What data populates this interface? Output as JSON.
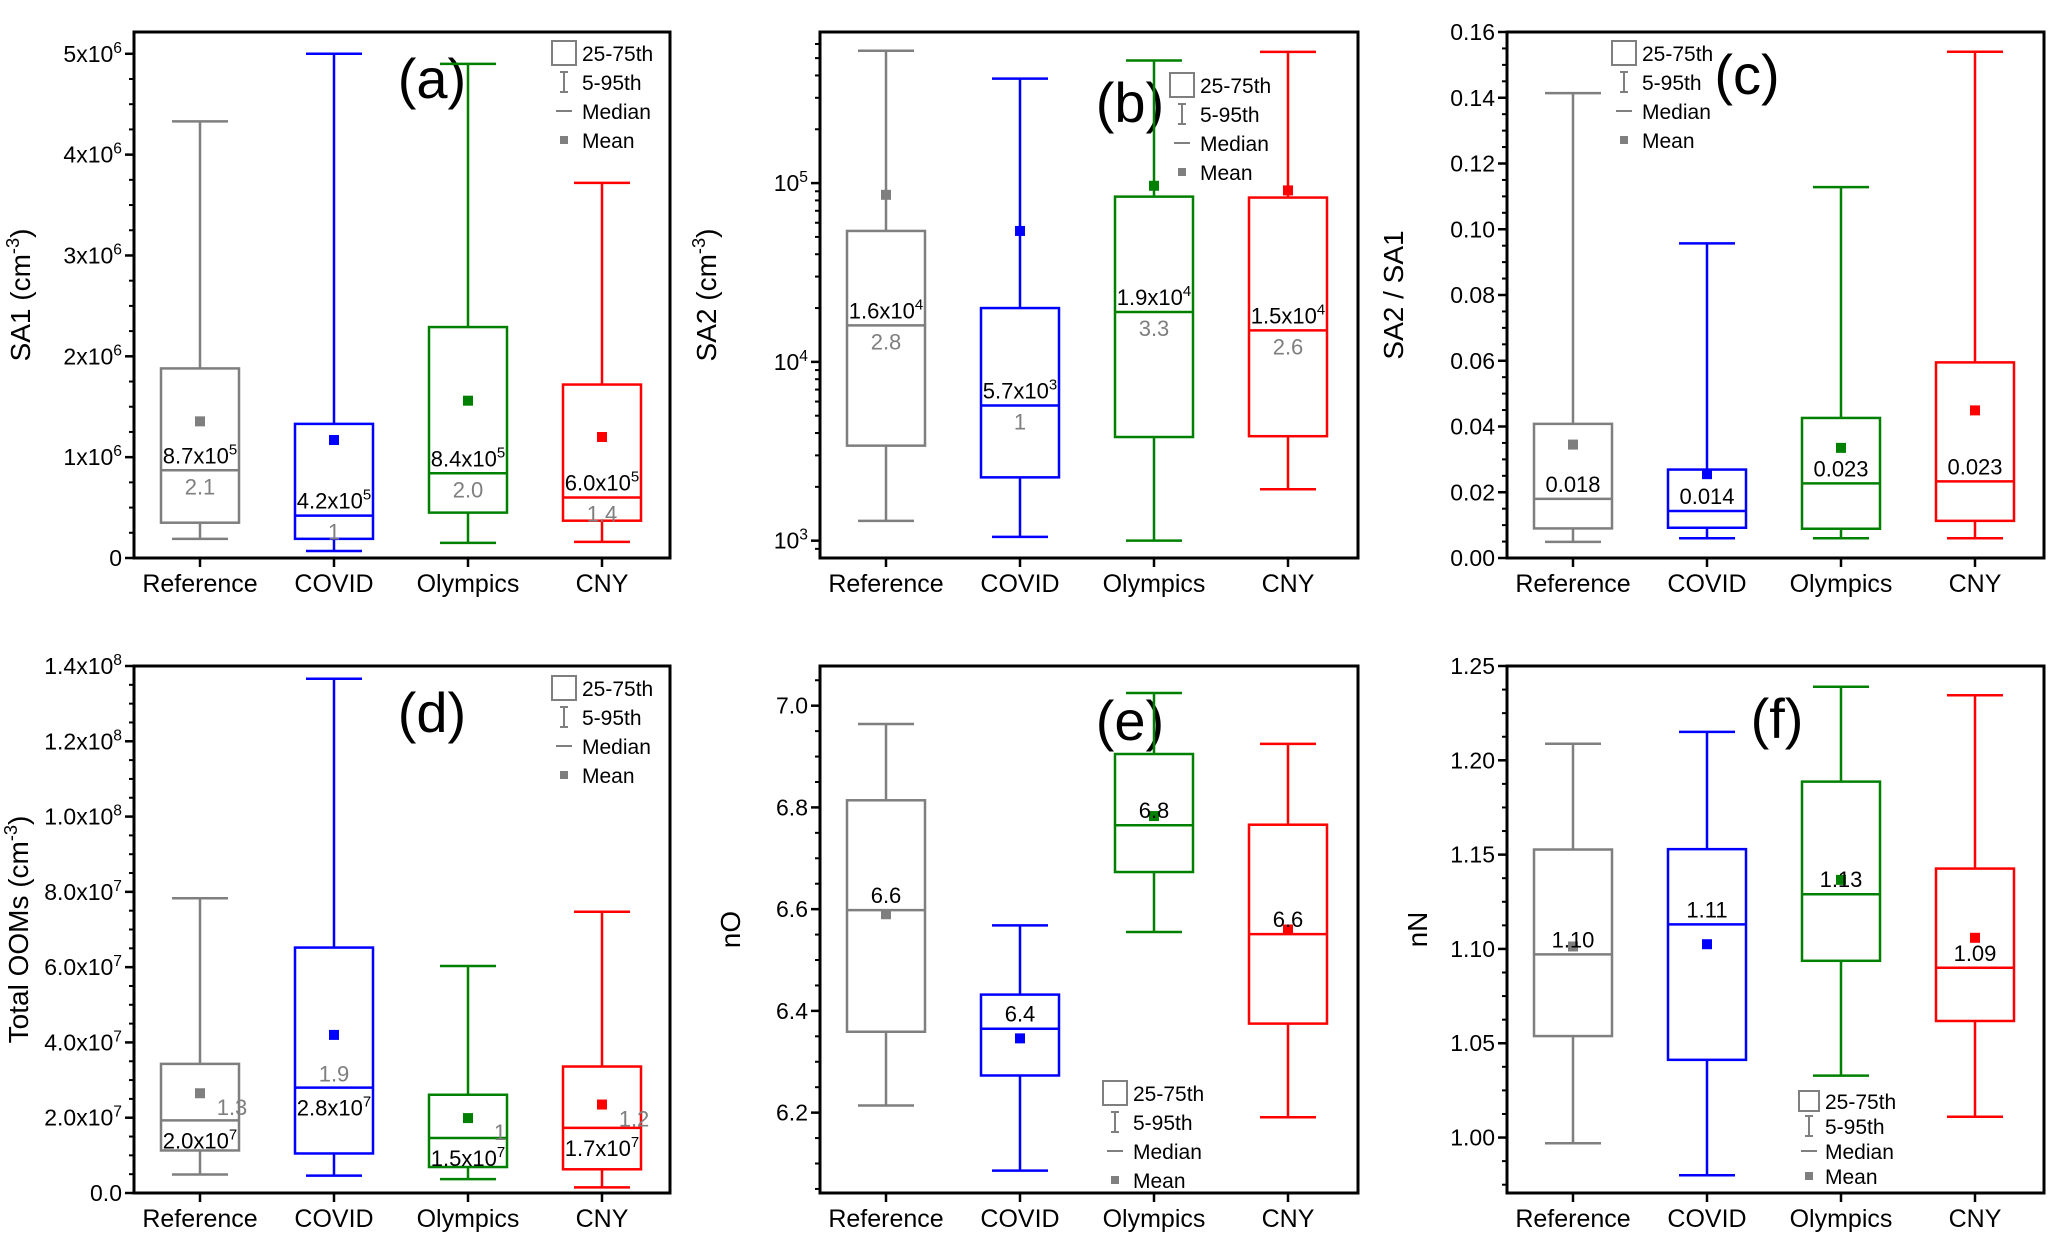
{
  "figure": {
    "categories": [
      "Reference",
      "COVID",
      "Olympics",
      "CNY"
    ],
    "colors": {
      "Reference": "#7f7f7f",
      "COVID": "#0000ff",
      "Olympics": "#008000",
      "CNY": "#ff0000"
    },
    "legend": {
      "box_label": "25-75th",
      "whisker_label": "5-95th",
      "median_label": "Median",
      "mean_label": "Mean",
      "legend_color": "#7f7f7f"
    }
  },
  "chart_data": [
    {
      "type": "box",
      "panel_label": "(a)",
      "ylabel": "SA1 (cm^-3)",
      "ylabel_main": "SA1 (cm",
      "ylabel_sup": "-3",
      "ylabel_end": ")",
      "yscale": "linear",
      "ylim": [
        0,
        5216000.0
      ],
      "yticks": [
        0,
        1000000.0,
        2000000.0,
        3000000.0,
        4000000.0,
        5000000.0
      ],
      "ytick_labels": [
        "0",
        "1x10^6",
        "2x10^6",
        "3x10^6",
        "4x10^6",
        "5x10^6"
      ],
      "legend_position": "top-right",
      "categories": [
        "Reference",
        "COVID",
        "Olympics",
        "CNY"
      ],
      "series": [
        {
          "name": "Reference",
          "p5": 190000.0,
          "q1": 350000.0,
          "median": 870000.0,
          "q3": 1880000.0,
          "p95": 4330000.0,
          "mean": 1355000.0,
          "median_label": "8.7x10^5",
          "ratio_label": "2.1"
        },
        {
          "name": "COVID",
          "p5": 70000.0,
          "q1": 190000.0,
          "median": 420000.0,
          "q3": 1330000.0,
          "p95": 5000000.0,
          "mean": 1170000.0,
          "median_label": "4.2x10^5",
          "ratio_label": "1"
        },
        {
          "name": "Olympics",
          "p5": 150000.0,
          "q1": 450000.0,
          "median": 840000.0,
          "q3": 2290000.0,
          "p95": 4900000.0,
          "mean": 1560000.0,
          "median_label": "8.4x10^5",
          "ratio_label": "2.0"
        },
        {
          "name": "CNY",
          "p5": 160000.0,
          "q1": 370000.0,
          "median": 600000.0,
          "q3": 1720000.0,
          "p95": 3720000.0,
          "mean": 1200000.0,
          "median_label": "6.0x10^5",
          "ratio_label": "1.4"
        }
      ]
    },
    {
      "type": "box",
      "panel_label": "(b)",
      "ylabel": "SA2 (cm^-3)",
      "ylabel_main": "SA2 (cm",
      "ylabel_sup": "-3",
      "ylabel_end": ")",
      "yscale": "log",
      "ylim": [
        800,
        700000.0
      ],
      "yticks": [
        1000.0,
        10000.0,
        100000.0
      ],
      "ytick_labels": [
        "10^3",
        "10^4",
        "10^5"
      ],
      "legend_position": "top-right",
      "categories": [
        "Reference",
        "COVID",
        "Olympics",
        "CNY"
      ],
      "series": [
        {
          "name": "Reference",
          "p5": 1290.0,
          "q1": 3400.0,
          "median": 16000.0,
          "q3": 54000.0,
          "p95": 550000.0,
          "mean": 86000.0,
          "median_label": "1.6x10^4",
          "ratio_label": "2.8"
        },
        {
          "name": "COVID",
          "p5": 1050.0,
          "q1": 2260.0,
          "median": 5700.0,
          "q3": 20000.0,
          "p95": 384000.0,
          "mean": 54000.0,
          "median_label": "5.7x10^3",
          "ratio_label": "1"
        },
        {
          "name": "Olympics",
          "p5": 1000.0,
          "q1": 3800.0,
          "median": 19000.0,
          "q3": 84000.0,
          "p95": 485000.0,
          "mean": 96600.0,
          "median_label": "1.9x10^4",
          "ratio_label": "3.3"
        },
        {
          "name": "CNY",
          "p5": 1940.0,
          "q1": 3840.0,
          "median": 15000.0,
          "q3": 83000.0,
          "p95": 542000.0,
          "mean": 91000.0,
          "median_label": "1.5x10^4",
          "ratio_label": "2.6"
        }
      ]
    },
    {
      "type": "box",
      "panel_label": "(c)",
      "ylabel": "SA2 / SA1",
      "ylabel_main": "SA2 / SA1",
      "ylabel_sup": "",
      "ylabel_end": "",
      "yscale": "linear",
      "ylim": [
        0,
        0.16
      ],
      "yticks": [
        0,
        0.02,
        0.04,
        0.06,
        0.08,
        0.1,
        0.12,
        0.14,
        0.16
      ],
      "ytick_labels": [
        "0.00",
        "0.02",
        "0.04",
        "0.06",
        "0.08",
        "0.10",
        "0.12",
        "0.14",
        "0.16"
      ],
      "legend_position": "top-left",
      "categories": [
        "Reference",
        "COVID",
        "Olympics",
        "CNY"
      ],
      "series": [
        {
          "name": "Reference",
          "p5": 0.0049,
          "q1": 0.009,
          "median": 0.018,
          "q3": 0.0408,
          "p95": 0.1414,
          "mean": 0.0345,
          "median_label": "0.018"
        },
        {
          "name": "COVID",
          "p5": 0.006,
          "q1": 0.0092,
          "median": 0.0143,
          "q3": 0.0269,
          "p95": 0.0957,
          "mean": 0.0255,
          "median_label": "0.014"
        },
        {
          "name": "Olympics",
          "p5": 0.006,
          "q1": 0.0089,
          "median": 0.0227,
          "q3": 0.0426,
          "p95": 0.1128,
          "mean": 0.0335,
          "median_label": "0.023"
        },
        {
          "name": "CNY",
          "p5": 0.006,
          "q1": 0.0113,
          "median": 0.0233,
          "q3": 0.0595,
          "p95": 0.154,
          "mean": 0.0449,
          "median_label": "0.023"
        }
      ]
    },
    {
      "type": "box",
      "panel_label": "(d)",
      "ylabel": "Total OOMs (cm^-3)",
      "ylabel_main": "Total OOMs (cm",
      "ylabel_sup": "-3",
      "ylabel_end": ")",
      "yscale": "linear",
      "ylim": [
        0,
        140000000.0
      ],
      "yticks": [
        0,
        20000000.0,
        40000000.0,
        60000000.0,
        80000000.0,
        100000000.0,
        120000000.0,
        140000000.0
      ],
      "ytick_labels": [
        "0.0",
        "2.0x10^7",
        "4.0x10^7",
        "6.0x10^7",
        "8.0x10^7",
        "1.0x10^8",
        "1.2x10^8",
        "1.4x10^8"
      ],
      "legend_position": "top-right",
      "categories": [
        "Reference",
        "COVID",
        "Olympics",
        "CNY"
      ],
      "series": [
        {
          "name": "Reference",
          "p5": 4900000.0,
          "q1": 11300000.0,
          "median": 19300000.0,
          "q3": 34300000.0,
          "p95": 78300000.0,
          "mean": 26500000.0,
          "median_label": "2.0x10^7",
          "ratio_label": "1.3"
        },
        {
          "name": "COVID",
          "p5": 4600000.0,
          "q1": 10500000.0,
          "median": 28000000.0,
          "q3": 65200000.0,
          "p95": 136600000.0,
          "mean": 42000000.0,
          "median_label": "2.8x10^7",
          "ratio_label": "1.9"
        },
        {
          "name": "Olympics",
          "p5": 3700000.0,
          "q1": 6900000.0,
          "median": 14600000.0,
          "q3": 26100000.0,
          "p95": 60300000.0,
          "mean": 19900000.0,
          "median_label": "1.5x10^7",
          "ratio_label": "1"
        },
        {
          "name": "CNY",
          "p5": 1500000.0,
          "q1": 6300000.0,
          "median": 17300000.0,
          "q3": 33600000.0,
          "p95": 74700000.0,
          "mean": 23500000.0,
          "median_label": "1.7x10^7",
          "ratio_label": "1.2"
        }
      ]
    },
    {
      "type": "box",
      "panel_label": "(e)",
      "ylabel": "nO",
      "ylabel_main": "nO",
      "ylabel_sup": "",
      "ylabel_end": "",
      "yscale": "linear",
      "ylim": [
        6.042,
        7.078
      ],
      "yticks": [
        6.2,
        6.4,
        6.6,
        6.8,
        7.0
      ],
      "ytick_labels": [
        "6.2",
        "6.4",
        "6.6",
        "6.8",
        "7.0"
      ],
      "legend_position": "bottom-center",
      "categories": [
        "Reference",
        "COVID",
        "Olympics",
        "CNY"
      ],
      "series": [
        {
          "name": "Reference",
          "p5": 6.214,
          "q1": 6.359,
          "median": 6.598,
          "q3": 6.814,
          "p95": 6.964,
          "mean": 6.59,
          "median_label": "6.6"
        },
        {
          "name": "COVID",
          "p5": 6.086,
          "q1": 6.273,
          "median": 6.365,
          "q3": 6.432,
          "p95": 6.568,
          "mean": 6.346,
          "median_label": "6.4"
        },
        {
          "name": "Olympics",
          "p5": 6.555,
          "q1": 6.673,
          "median": 6.765,
          "q3": 6.905,
          "p95": 7.025,
          "mean": 6.783,
          "median_label": "6.8"
        },
        {
          "name": "CNY",
          "p5": 6.191,
          "q1": 6.375,
          "median": 6.551,
          "q3": 6.766,
          "p95": 6.925,
          "mean": 6.56,
          "median_label": "6.6"
        }
      ]
    },
    {
      "type": "box",
      "panel_label": "(f)",
      "ylabel": "nN",
      "ylabel_main": "nN",
      "ylabel_sup": "",
      "ylabel_end": "",
      "yscale": "linear",
      "ylim": [
        0.9706,
        1.25
      ],
      "yticks": [
        1.0,
        1.05,
        1.1,
        1.15,
        1.2,
        1.25
      ],
      "ytick_labels": [
        "1.00",
        "1.05",
        "1.10",
        "1.15",
        "1.20",
        "1.25"
      ],
      "legend_position": "bottom-center",
      "categories": [
        "Reference",
        "COVID",
        "Olympics",
        "CNY"
      ],
      "series": [
        {
          "name": "Reference",
          "p5": 0.997,
          "q1": 1.0538,
          "median": 1.0971,
          "q3": 1.1527,
          "p95": 1.2088,
          "mean": 1.1013,
          "median_label": "1.10"
        },
        {
          "name": "COVID",
          "p5": 0.98,
          "q1": 1.0412,
          "median": 1.113,
          "q3": 1.1529,
          "p95": 1.2151,
          "mean": 1.1025,
          "median_label": "1.11"
        },
        {
          "name": "Olympics",
          "p5": 1.0328,
          "q1": 1.0937,
          "median": 1.129,
          "q3": 1.1887,
          "p95": 1.239,
          "mean": 1.1366,
          "median_label": "1.13"
        },
        {
          "name": "CNY",
          "p5": 1.011,
          "q1": 1.0618,
          "median": 1.09,
          "q3": 1.1426,
          "p95": 1.2345,
          "mean": 1.1059,
          "median_label": "1.09"
        }
      ]
    }
  ]
}
